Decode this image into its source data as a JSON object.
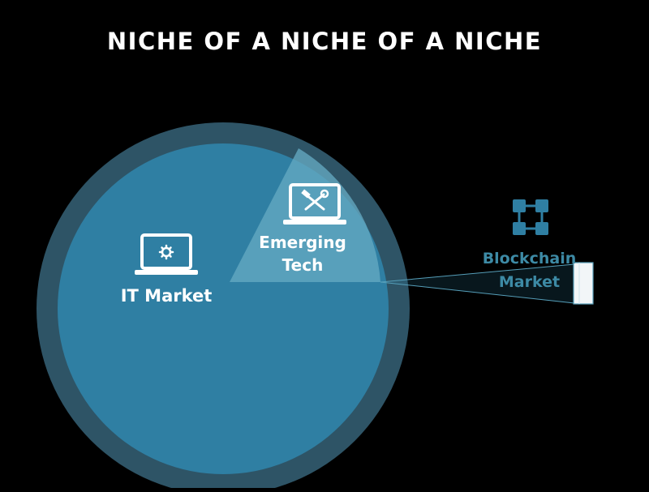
{
  "title": "NICHE OF A NICHE OF A NICHE",
  "it_market": {
    "label": "IT Market",
    "icon": "laptop-gear-icon"
  },
  "emerging_tech": {
    "label_line1": "Emerging",
    "label_line2": "Tech",
    "icon": "laptop-tools-icon"
  },
  "blockchain_market": {
    "label_line1": "Blockchain",
    "label_line2": "Market",
    "icon": "blockchain-blocks-icon"
  },
  "colors": {
    "background": "#000000",
    "outer_ring": "#2e5466",
    "circle_fill": "#2f7fa3",
    "wedge_fill": "#64a9c2",
    "blockchain_text": "#3d8aa5",
    "white": "#ffffff"
  }
}
